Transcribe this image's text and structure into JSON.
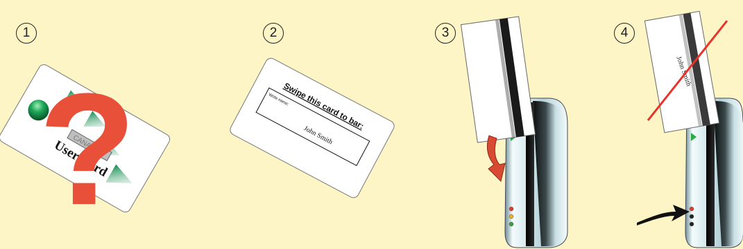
{
  "steps": [
    {
      "number": "1"
    },
    {
      "number": "2"
    },
    {
      "number": "3"
    },
    {
      "number": "4"
    }
  ],
  "panel1": {
    "card_logo_text": "CANADICS",
    "card_label": "User Card",
    "question_mark": "?"
  },
  "panel2": {
    "card_title": "Swipe this card to bar:",
    "write_name_label": "Write name:",
    "name_value": "John Smith"
  },
  "panel4": {
    "card_name": "John Smith"
  },
  "colors": {
    "background": "#fdf5c6",
    "question_mark": "#e8503a",
    "arrow_red": "#d84a32",
    "cross_line": "#e8322a",
    "green_triangle": "#1c9a5a",
    "reader_body": "#c9dfe4",
    "led_red": "#e33b2b",
    "led_yellow": "#e8b21a",
    "led_green": "#3aa03a"
  }
}
